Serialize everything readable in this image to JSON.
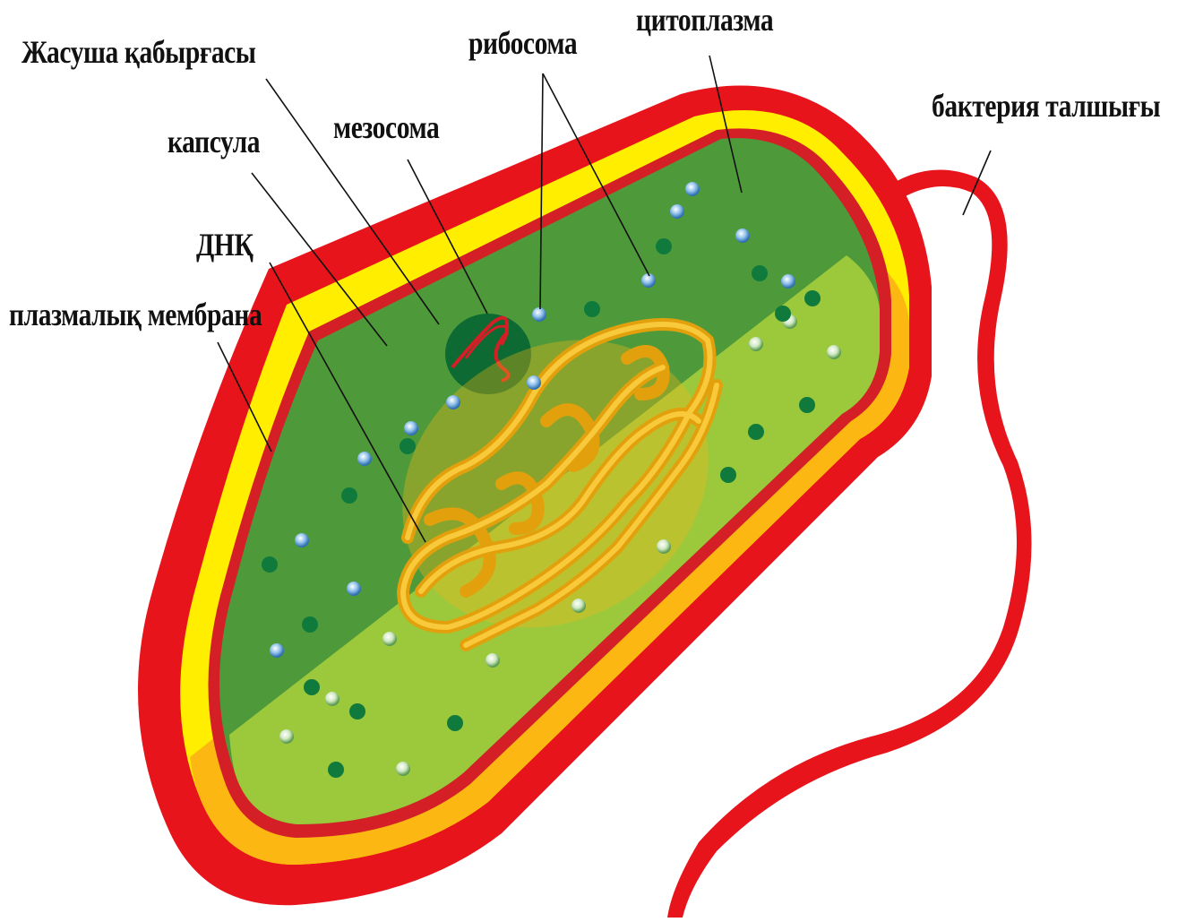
{
  "labels": {
    "cell_wall": "Жасуша қабырғасы",
    "ribosome": "рибосома",
    "cytoplasm": "цитоплазма",
    "flagellum": "бактерия талшығы",
    "capsule": "капсула",
    "mesosome": "мезосома",
    "dna": "ДНҚ",
    "plasma_membrane": "плазмалық мембрана"
  },
  "colors": {
    "capsule": "#e8141b",
    "cell_wall": "#ffee00",
    "wall_shade": "#fcb712",
    "membrane": "#d51f26",
    "cytoplasm_dark": "#4e9a3a",
    "cytoplasm_light": "#9cc83c",
    "mesosome": "#0c6a32",
    "dna": "#f6b816",
    "ribosome": "#5b9bd5",
    "granule": "#0f7a3c"
  },
  "icons": [
    "leader-line"
  ]
}
